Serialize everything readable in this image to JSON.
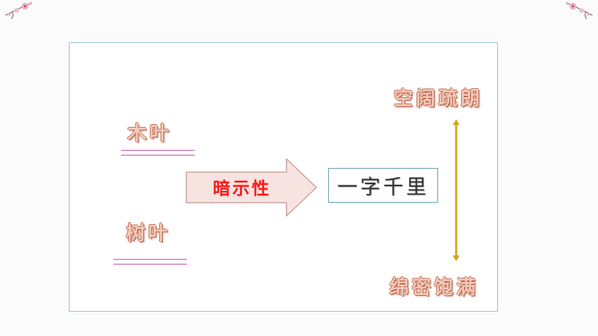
{
  "terms": {
    "muye": "木叶",
    "shuye": "树叶"
  },
  "arrow": {
    "label": "暗示性"
  },
  "result_box": {
    "label": "一字千里"
  },
  "spectrum": {
    "top": "空阔疏朗",
    "bottom": "绵密饱满"
  },
  "colors": {
    "arrow_fill": "#f7e4e1",
    "arrow_stroke": "#c9a09a",
    "arrow_text": "#ff1a1a",
    "term_text": "#f3c9b8",
    "term_outline": "#b85d44",
    "underline": "#c24bb0",
    "vertical_line": "#d4a41c",
    "frame_border": "#8fbfd3"
  }
}
